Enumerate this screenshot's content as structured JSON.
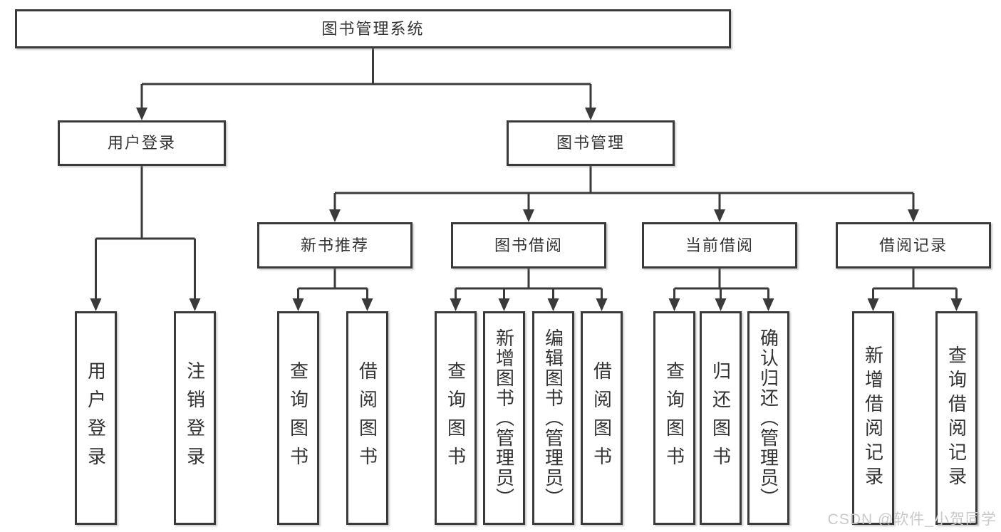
{
  "diagram_title": "图书管理系统",
  "tree": {
    "root": "图书管理系统",
    "level2": [
      {
        "label": "用户登录",
        "children": [
          "用户登录",
          "注销登录"
        ]
      },
      {
        "label": "图书管理",
        "children": [
          {
            "label": "新书推荐",
            "children": [
              "查询图书",
              "借阅图书"
            ]
          },
          {
            "label": "图书借阅",
            "children": [
              "查询图书",
              "新增图书（管理员）",
              "编辑图书（管理员）",
              "借阅图书"
            ]
          },
          {
            "label": "当前借阅",
            "children": [
              "查询图书",
              "归还图书",
              "确认归还（管理员）"
            ]
          },
          {
            "label": "借阅记录",
            "children": [
              "新增借阅记录",
              "查询借阅记录"
            ]
          }
        ]
      }
    ]
  },
  "watermark": "CSDN @软件_小贺同学",
  "colors": {
    "box_border": "#3a3a3a",
    "connector_line": "#3a3a3a",
    "text": "#333333",
    "watermark": "#c9c9c9",
    "background": "#ffffff"
  }
}
